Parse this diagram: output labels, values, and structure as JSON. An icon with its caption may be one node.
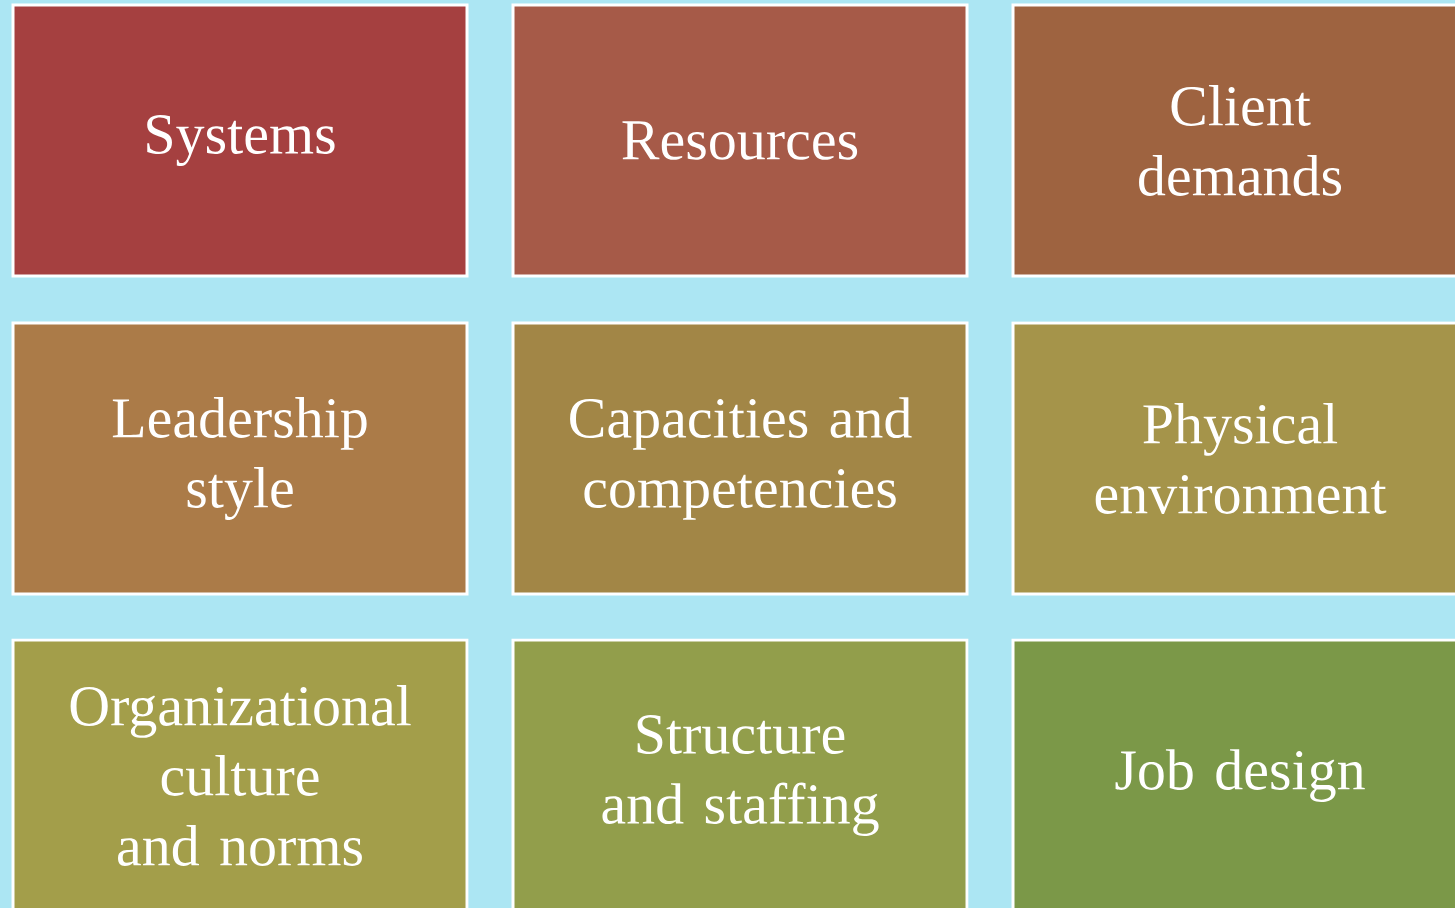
{
  "diagram": {
    "nodes": [
      {
        "text": [
          "Systems"
        ]
      },
      {
        "text": [
          "Resources"
        ]
      },
      {
        "text": [
          "Client demands"
        ]
      },
      {
        "text": [
          "Leadership style"
        ]
      },
      {
        "text": [
          "Capacities and competencies"
        ]
      },
      {
        "text": [
          "Physical environment"
        ]
      },
      {
        "text": [
          "Organizational culture and norms"
        ]
      },
      {
        "text": [
          "Structure and staffing"
        ]
      },
      {
        "text": [
          "Job design"
        ]
      }
    ]
  }
}
